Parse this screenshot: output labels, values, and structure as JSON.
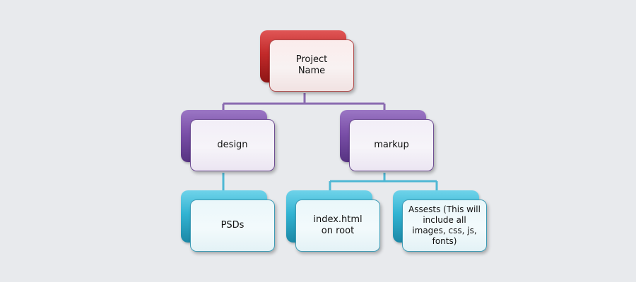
{
  "diagram": {
    "root": {
      "label": "Project Name"
    },
    "design": {
      "label": "design"
    },
    "markup": {
      "label": "markup"
    },
    "psds": {
      "label": "PSDs"
    },
    "index": {
      "label": "index.html on root"
    },
    "assets": {
      "label": "Assests (This will include all images, css, js, fonts)"
    }
  },
  "colors": {
    "background": "#e8eaed",
    "level1": "#c22a2a",
    "level2": "#7a4fa8",
    "level3": "#32b3d2",
    "connector_purple": "#8a6bb0",
    "connector_cyan": "#4fb8d4"
  }
}
